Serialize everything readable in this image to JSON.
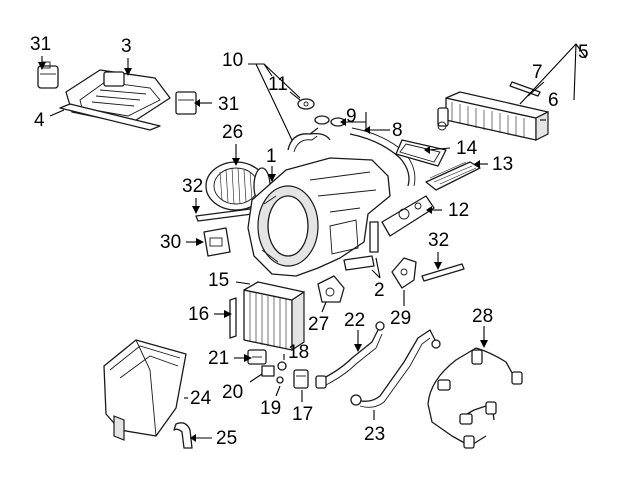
{
  "callouts": [
    {
      "id": "c1",
      "text": "1"
    },
    {
      "id": "c2a",
      "text": "2"
    },
    {
      "id": "c3",
      "text": "3"
    },
    {
      "id": "c4",
      "text": "4"
    },
    {
      "id": "c5",
      "text": "5"
    },
    {
      "id": "c6",
      "text": "6"
    },
    {
      "id": "c7",
      "text": "7"
    },
    {
      "id": "c8",
      "text": "8"
    },
    {
      "id": "c9",
      "text": "9"
    },
    {
      "id": "c10",
      "text": "10"
    },
    {
      "id": "c11",
      "text": "11"
    },
    {
      "id": "c12",
      "text": "12"
    },
    {
      "id": "c13",
      "text": "13"
    },
    {
      "id": "c14",
      "text": "14"
    },
    {
      "id": "c15",
      "text": "15"
    },
    {
      "id": "c16",
      "text": "16"
    },
    {
      "id": "c17",
      "text": "17"
    },
    {
      "id": "c18",
      "text": "18"
    },
    {
      "id": "c19",
      "text": "19"
    },
    {
      "id": "c20",
      "text": "20"
    },
    {
      "id": "c21",
      "text": "21"
    },
    {
      "id": "c22",
      "text": "22"
    },
    {
      "id": "c23",
      "text": "23"
    },
    {
      "id": "c24",
      "text": "24"
    },
    {
      "id": "c25",
      "text": "25"
    },
    {
      "id": "c26",
      "text": "26"
    },
    {
      "id": "c27",
      "text": "27"
    },
    {
      "id": "c28",
      "text": "28"
    },
    {
      "id": "c29",
      "text": "29"
    },
    {
      "id": "c30",
      "text": "30"
    },
    {
      "id": "c31a",
      "text": "31"
    },
    {
      "id": "c31b",
      "text": "31"
    },
    {
      "id": "c32a",
      "text": "32"
    },
    {
      "id": "c32b",
      "text": "32"
    }
  ]
}
